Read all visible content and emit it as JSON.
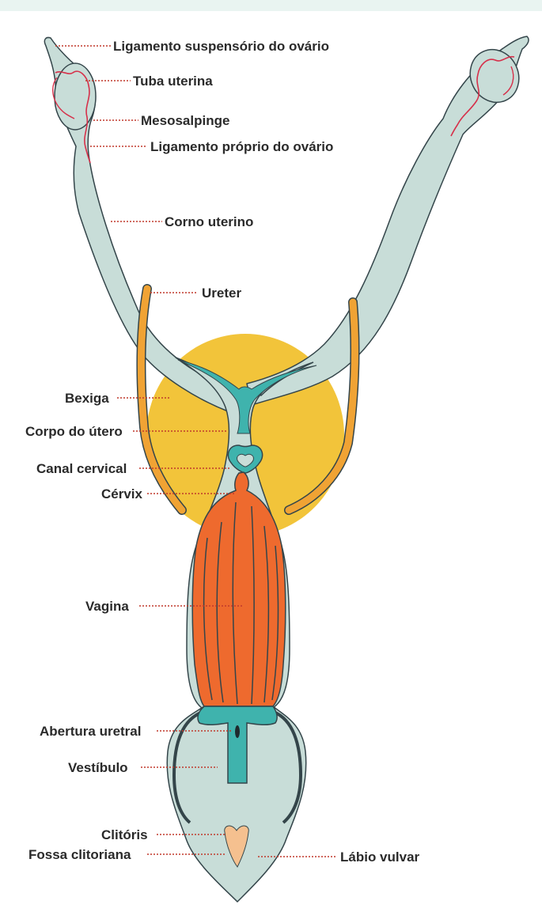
{
  "colors": {
    "tissue_fill": "#c8ddd8",
    "tissue_stroke": "#34454a",
    "lumen_teal": "#3fb3ad",
    "bladder_yellow": "#f2c43a",
    "ureter_orange": "#f0a334",
    "vagina_orange": "#ee6a2e",
    "clitoris_peach": "#f5c08f",
    "vessel_red": "#d6304a",
    "leader_red": "#c0392b"
  },
  "labels": {
    "ligamento_suspensorio": "Ligamento suspensório do ovário",
    "tuba_uterina": "Tuba uterina",
    "mesosalpinge": "Mesosalpinge",
    "ligamento_proprio": "Ligamento próprio do ovário",
    "corno_uterino": "Corno uterino",
    "ureter": "Ureter",
    "bexiga": "Bexiga",
    "corpo_utero": "Corpo do útero",
    "canal_cervical": "Canal cervical",
    "cervix": "Cérvix",
    "vagina": "Vagina",
    "abertura_uretral": "Abertura uretral",
    "vestibulo": "Vestíbulo",
    "clitoris": "Clitóris",
    "fossa_clitoriana": "Fossa clitoriana",
    "labio_vulvar": "Lábio vulvar"
  }
}
